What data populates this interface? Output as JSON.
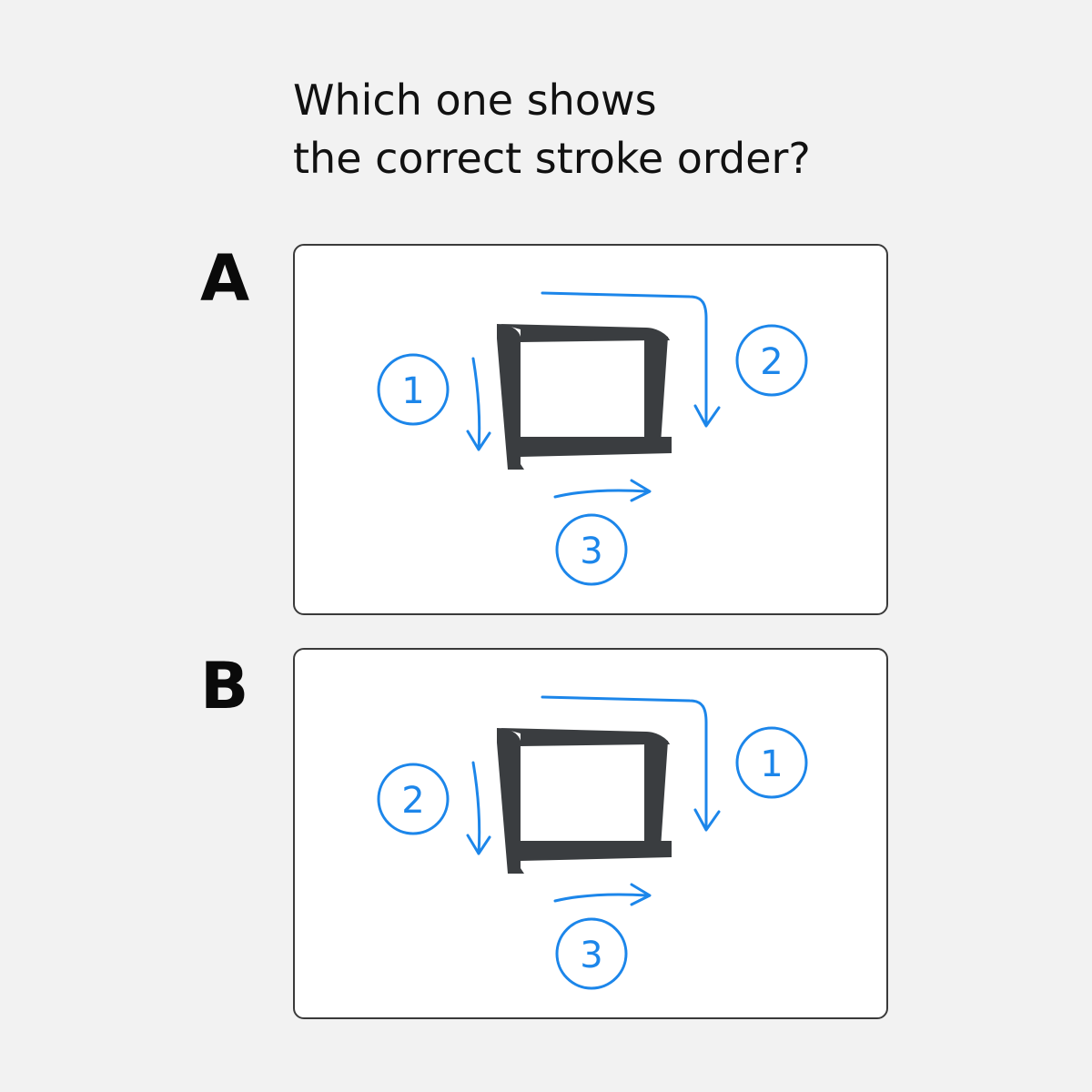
{
  "question": {
    "line1": "Which one shows",
    "line2": "the correct stroke order?"
  },
  "options": [
    {
      "label": "A",
      "character": "口",
      "stroke_numbers": {
        "left_vertical": "1",
        "top_right_turn": "2",
        "bottom_horizontal": "3"
      }
    },
    {
      "label": "B",
      "character": "口",
      "stroke_numbers": {
        "left_vertical": "2",
        "top_right_turn": "1",
        "bottom_horizontal": "3"
      }
    }
  ],
  "colors": {
    "background": "#f2f2f2",
    "card": "#ffffff",
    "card_border": "#3a3a3a",
    "accent_blue": "#1c86ea",
    "character": "#3a3d40"
  }
}
